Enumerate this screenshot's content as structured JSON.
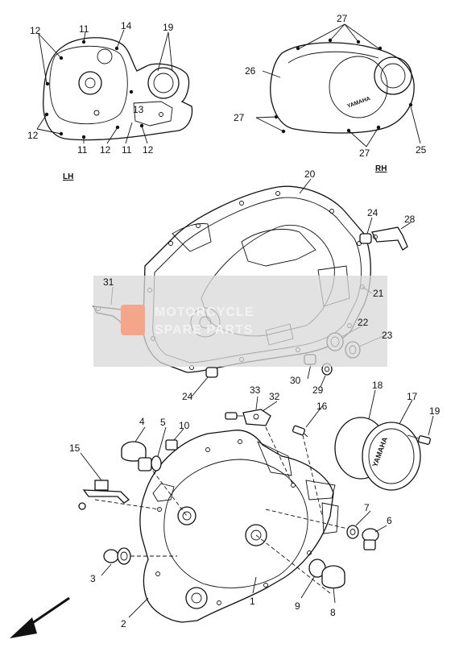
{
  "diagram": {
    "side_labels": {
      "lh": "LH",
      "rh": "RH"
    },
    "callouts": {
      "c1": "1",
      "c2": "2",
      "c3": "3",
      "c4": "4",
      "c5": "5",
      "c6": "6",
      "c7": "7",
      "c8": "8",
      "c9": "9",
      "c10": "10",
      "c11a": "11",
      "c11b": "11",
      "c11c": "11",
      "c12a": "12",
      "c12b": "12",
      "c12c": "12",
      "c12d": "12",
      "c13": "13",
      "c14": "14",
      "c15": "15",
      "c16": "16",
      "c17": "17",
      "c18": "18",
      "c19a": "19",
      "c19b": "19",
      "c20": "20",
      "c21": "21",
      "c22": "22",
      "c23": "23",
      "c24a": "24",
      "c24b": "24",
      "c25": "25",
      "c26": "26",
      "c27a": "27",
      "c27b": "27",
      "c27c": "27",
      "c28": "28",
      "c29": "29",
      "c30": "30",
      "c31": "31",
      "c32": "32",
      "c33": "33"
    },
    "cover_logo_text": "YAMAHA"
  },
  "watermark": {
    "brand_text": "MOTORCYCLE",
    "sub_text": "SPARE PARTS"
  }
}
